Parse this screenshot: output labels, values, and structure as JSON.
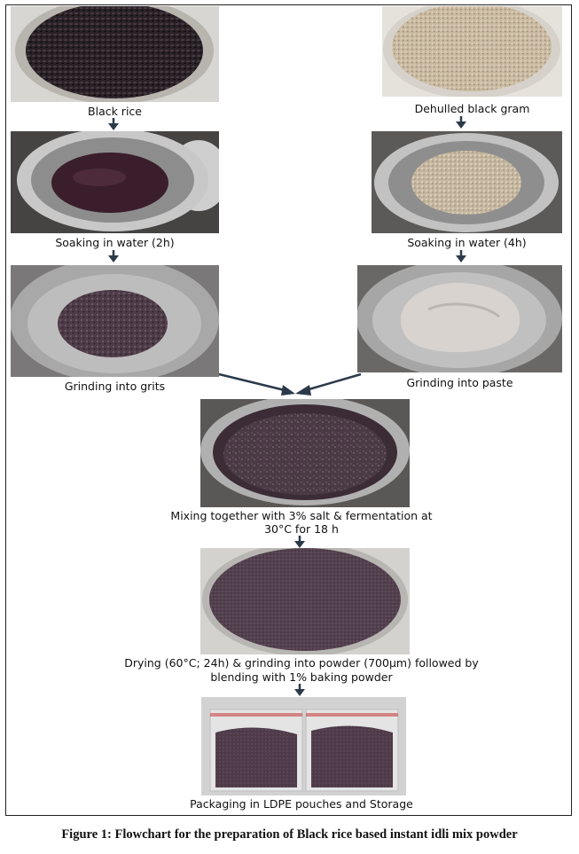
{
  "steps": {
    "black_rice": "Black rice",
    "black_gram": "Dehulled black gram",
    "soak_rice": "Soaking in water (2h)",
    "soak_gram": "Soaking in water (4h)",
    "grind_rice": "Grinding into grits",
    "grind_gram": "Grinding into paste",
    "mix_line1": "Mixing together with 3% salt & fermentation at",
    "mix_line2": "30°C for 18 h",
    "dry_line1": "Drying (60°C; 24h) & grinding into powder (700μm) followed by",
    "dry_line2": "blending with 1% baking powder",
    "pack": "Packaging in LDPE pouches and Storage"
  },
  "caption": "Figure 1: Flowchart for the preparation of Black rice based instant idli mix powder",
  "colors": {
    "arrow": "#2b3a4a",
    "black_rice": "#2a2228",
    "black_gram": "#c9b9a0",
    "bowl_steel": "#9a9a9a",
    "batter": "#4a3a44"
  }
}
